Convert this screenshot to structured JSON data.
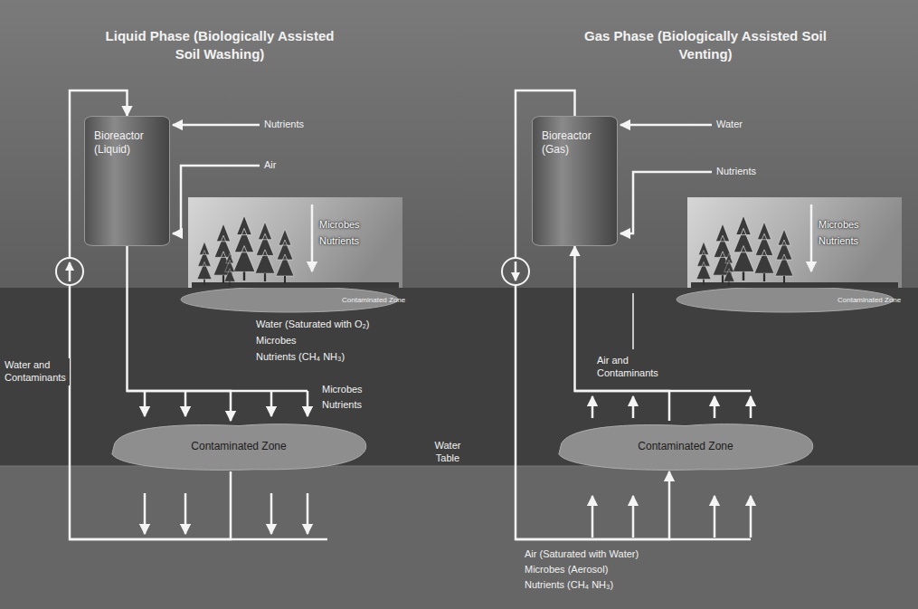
{
  "diagram": {
    "nodes": [
      {
        "text": [
          "Bioreactor (Liquid)"
        ]
      },
      {
        "text": [
          "Microbes",
          "Nutrients"
        ]
      },
      {
        "text": [
          "Contaminated Zone"
        ]
      },
      {
        "text": [
          "Bioreactor (Gas)"
        ]
      },
      {
        "text": [
          "Microbes",
          "Nutrients"
        ]
      },
      {
        "text": [
          "Contaminated Zone"
        ]
      }
    ],
    "edges": [
      {
        "from": 0,
        "to": 2,
        "arrow": "to"
      },
      {
        "from": 2,
        "to": 0,
        "arrow": "to"
      },
      {
        "from": 5,
        "to": 3,
        "arrow": "to"
      },
      {
        "from": 3,
        "to": 5,
        "arrow": "to"
      }
    ],
    "labels": [
      "Liquid Phase (Biologically Assisted Soil Washing)",
      "Gas Phase (Biologically Assisted Soil Venting)",
      "Nutrients",
      "Air",
      "Contaminated Zone",
      "Water (Saturated with O₂)",
      "Microbes",
      "Nutrients (CH₄ NH₃)",
      "Water and Contaminants",
      "Microbes",
      "Nutrients",
      "Water Table",
      "Water",
      "Nutrients",
      "Contaminated Zone",
      "Air and Contaminants",
      "Air (Saturated with Water)",
      "Microbes (Aerosol)",
      "Nutrients (CH₄ NH₃)"
    ]
  }
}
